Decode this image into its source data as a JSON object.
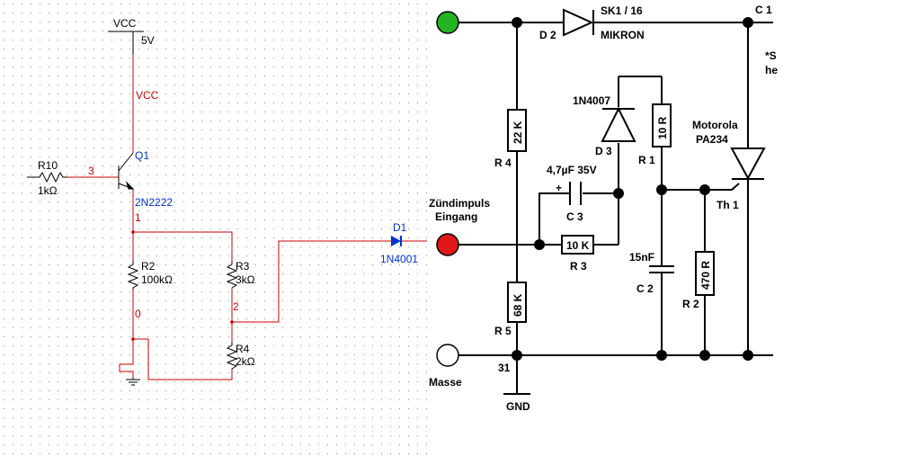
{
  "left_schematic": {
    "vcc_label": "VCC",
    "supply_voltage": "5V",
    "vcc_net_label": "VCC",
    "r10_name": "R10",
    "r10_value": "1kΩ",
    "node3": "3",
    "q1_name": "Q1",
    "q1_part": "2N2222",
    "node1": "1",
    "r2_name": "R2",
    "r2_value": "100kΩ",
    "node0": "0",
    "r3_name": "R3",
    "r3_value": "3kΩ",
    "node2": "2",
    "r4_name": "R4",
    "r4_value": "2kΩ",
    "d1_name": "D1",
    "d1_part": "1N4001"
  },
  "right_schematic": {
    "d2_name": "D 2",
    "d2_part_top": "SK1 / 16",
    "d2_part_bottom": "MIKRON",
    "c1_label": "C 1",
    "note_line1": "*S",
    "note_line2": "he",
    "r4_value": "22 K",
    "r4_name": "R 4",
    "d3_part": "1N4007",
    "d3_name": "D 3",
    "r1_value": "10 R",
    "r1_name": "R 1",
    "thyristor_mfr": "Motorola",
    "thyristor_part": "PA234",
    "th1_name": "Th 1",
    "c3_value": "4,7µF 35V",
    "c3_plus": "+",
    "c3_name": "C 3",
    "input_label_line1": "Zündimpuls",
    "input_label_line2": "Eingang",
    "r3_value": "10 K",
    "r3_name": "R 3",
    "c2_value": "15nF",
    "c2_name": "C 2",
    "r2_value": "470 R",
    "r2_name": "R 2",
    "r5_value": "68 K",
    "r5_name": "R 5",
    "ground_label": "Masse",
    "terminal_31": "31",
    "gnd_label": "GND"
  },
  "colors": {
    "left_wire": "#cc0000",
    "left_text": "#000000",
    "left_red_text": "#cc0000",
    "left_blue_text": "#0033cc",
    "grid_dot": "#8a8a8a",
    "right_wire": "#000000",
    "terminal_green": "#22b422",
    "terminal_red": "#e01818",
    "terminal_white": "#ffffff"
  }
}
